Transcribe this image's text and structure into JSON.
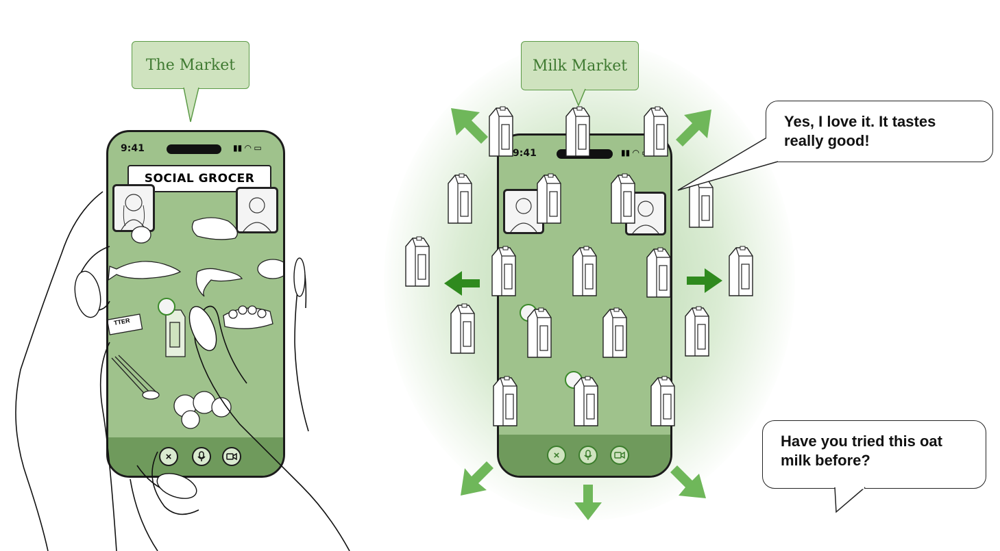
{
  "left_phone": {
    "tag": "The Market",
    "status_time": "9:41",
    "app_logo": "SOCIAL GROCER",
    "sign_text": "TTER",
    "call_controls": {
      "end": "×",
      "mic": "mic-icon",
      "video": "video-icon"
    }
  },
  "right_phone": {
    "tag": "Milk Market",
    "status_time": "9:41",
    "call_controls": {
      "end": "×",
      "mic": "mic-icon",
      "video": "video-icon"
    }
  },
  "bubbles": {
    "top": "Yes, I love it. It tastes really good!",
    "bottom": "Have you tried this oat milk before?"
  },
  "colors": {
    "screen_green": "#9fc28c",
    "accent_green": "#3b8a2a",
    "arrow_green": "#6fb75a"
  }
}
